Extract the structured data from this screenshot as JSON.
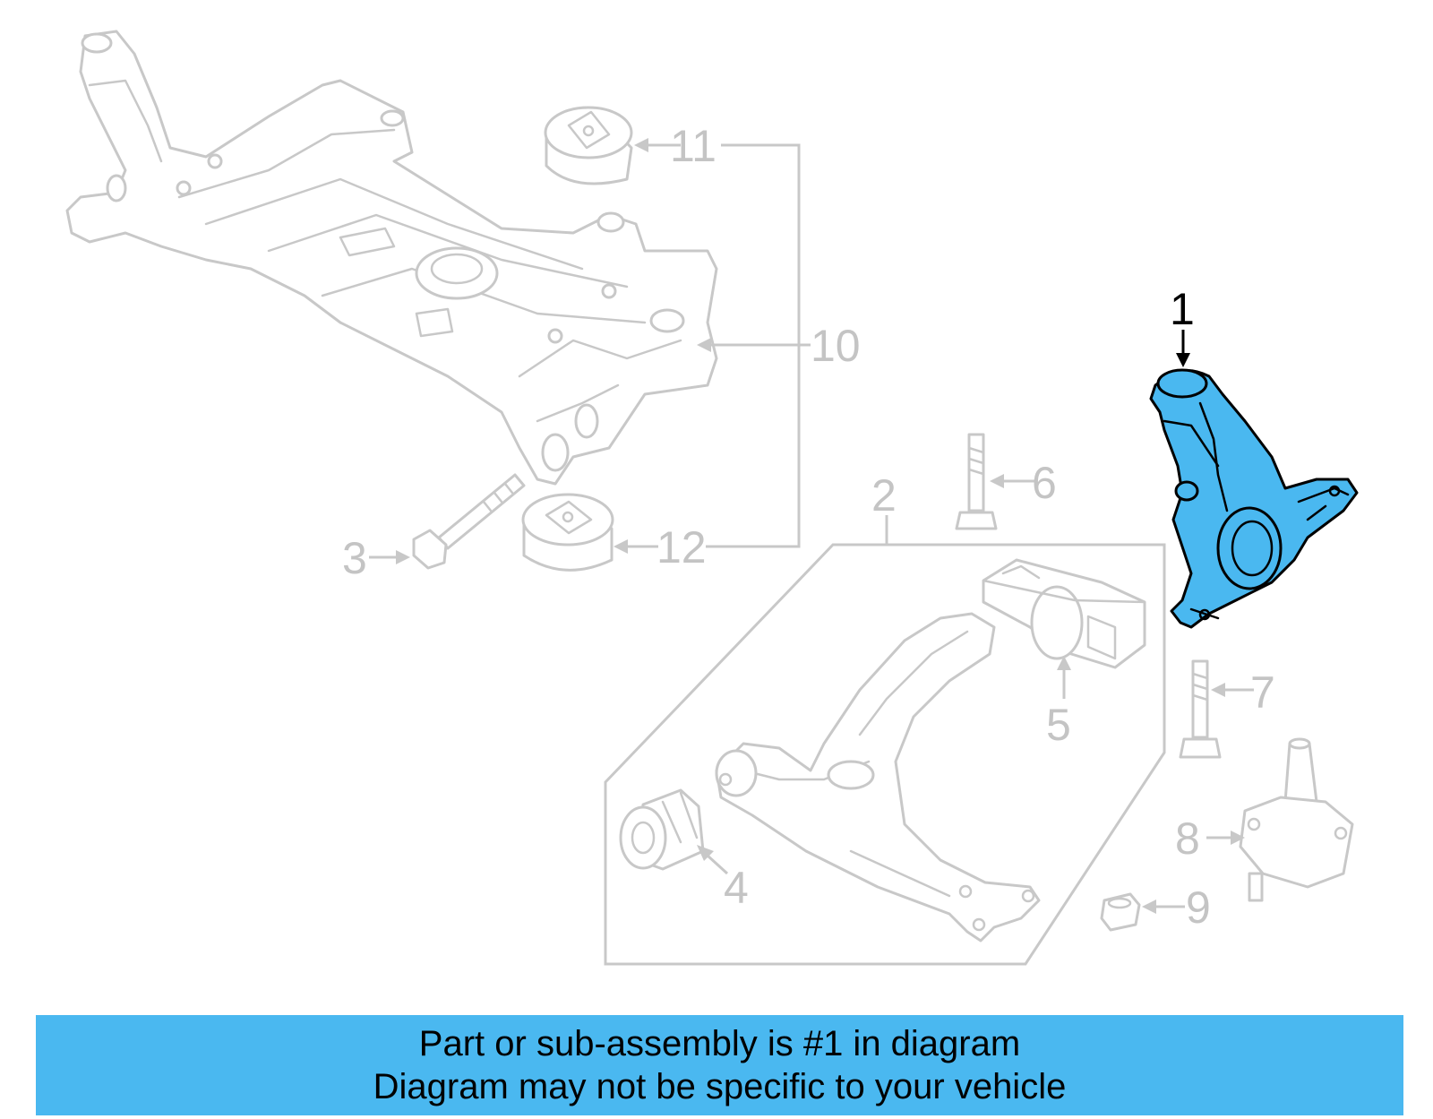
{
  "highlight_color": "#4ab8f0",
  "callouts": {
    "c1": "1",
    "c2": "2",
    "c3": "3",
    "c4": "4",
    "c5": "5",
    "c6": "6",
    "c7": "7",
    "c8": "8",
    "c9": "9",
    "c10": "10",
    "c11": "11",
    "c12": "12"
  },
  "banner": {
    "line1": "Part or sub-assembly is #1 in diagram",
    "line2": "Diagram may not be specific to your vehicle"
  }
}
